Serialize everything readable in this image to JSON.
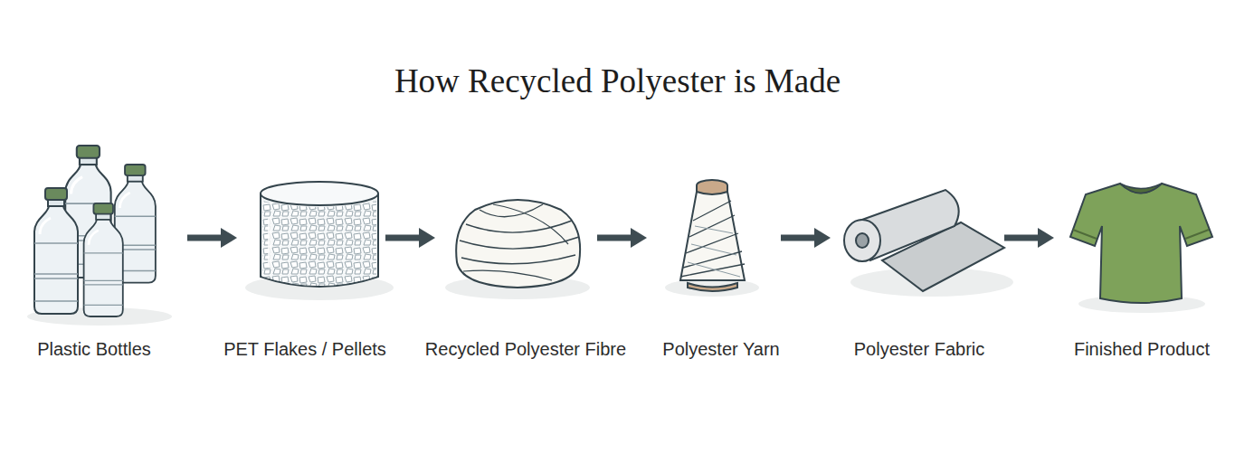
{
  "diagram": {
    "title": "How Recycled Polyester is Made",
    "nodes": [
      {
        "text": [
          "Plastic Bottles"
        ]
      },
      {
        "text": [
          "PET Flakes / Pellets"
        ]
      },
      {
        "text": [
          "Recycled Polyester Fibre"
        ]
      },
      {
        "text": [
          "Polyester Yarn"
        ]
      },
      {
        "text": [
          "Polyester Fabric"
        ]
      },
      {
        "text": [
          "Finished Product"
        ]
      }
    ],
    "edges": [
      {
        "from": 0,
        "to": 1,
        "arrow": "to"
      },
      {
        "from": 1,
        "to": 2,
        "arrow": "to"
      },
      {
        "from": 2,
        "to": 3,
        "arrow": "to"
      },
      {
        "from": 3,
        "to": 4,
        "arrow": "to"
      },
      {
        "from": 4,
        "to": 5,
        "arrow": "to"
      }
    ]
  }
}
